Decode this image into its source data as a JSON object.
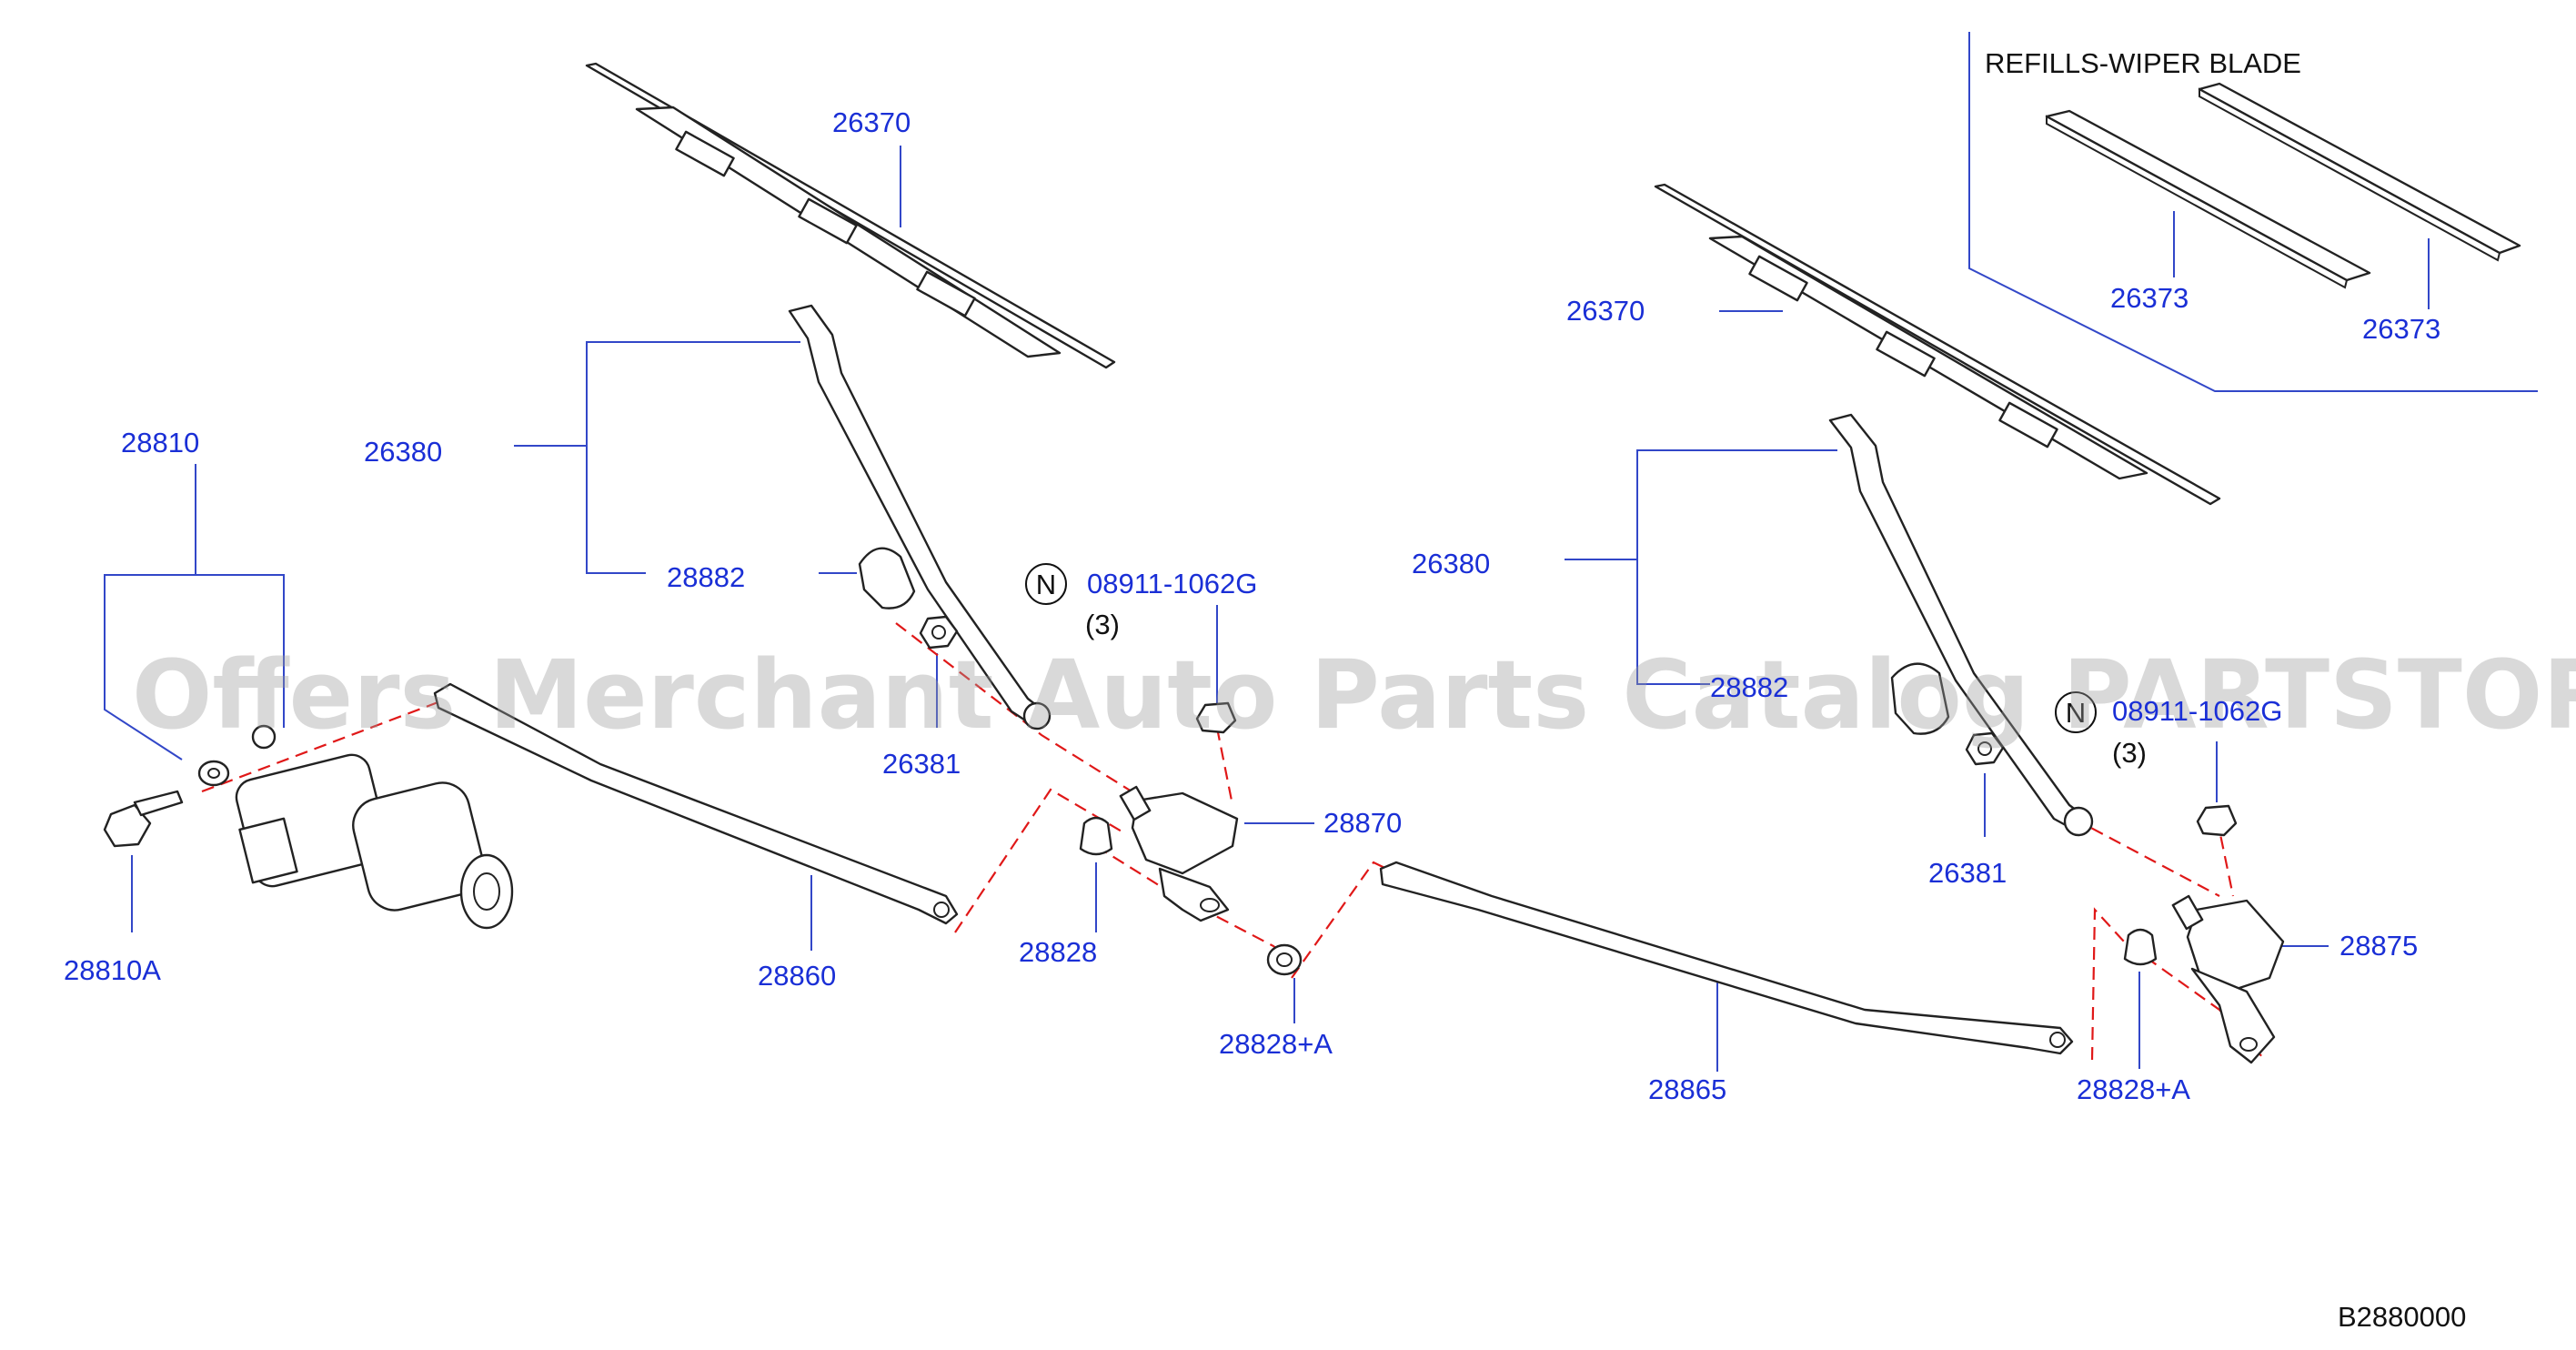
{
  "labels": {
    "refills_heading": "REFILLS-WIPER  BLADE",
    "blade_left": "26370",
    "blade_right": "26370",
    "refill_a": "26373",
    "refill_b": "26373",
    "arm_left": "26380",
    "arm_right": "26380",
    "cap_left": "28882",
    "cap_right": "28882",
    "motor": "28810",
    "motor_bolt": "28810A",
    "nut_left": "26381",
    "nut_right": "26381",
    "bolt_part_left": "08911-1062G",
    "bolt_part_right": "08911-1062G",
    "bolt_qty_left": "(3)",
    "bolt_qty_right": "(3)",
    "pivot_left": "28870",
    "pivot_right": "28875",
    "link_short": "28860",
    "link_long": "28865",
    "bushing": "28828",
    "bushing_kit_left": "28828+A",
    "bushing_kit_right": "28828+A",
    "n_mark": "N",
    "diagram_code": "B2880000"
  },
  "watermark": "Offers Merchant Auto Parts Catalog PARTSTORE.SA",
  "colors": {
    "label_blue": "#1a2fd6",
    "leader_blue": "#3247c8",
    "linkage_dash_red": "#e01818",
    "outline": "#222222",
    "watermark_gray": "#9a9a9a"
  }
}
